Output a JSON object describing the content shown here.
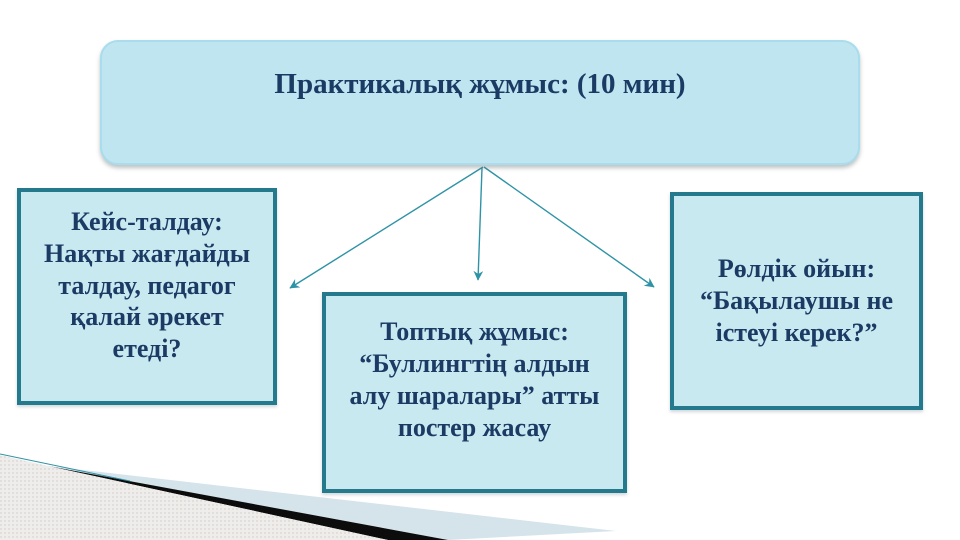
{
  "slide": {
    "title_box": {
      "text": "Практикалық жұмыс: (10 мин)"
    },
    "boxes": {
      "case": {
        "text": "Кейс-талдау:\nНақты жағдайды\nталдау, педагог\nқалай әрекет\nетеді?"
      },
      "group": {
        "text": "Топтық жұмыс:\n“Буллингтің алдын\nалу шаралары” атты\nпостер жасау"
      },
      "role": {
        "text": "Рөлдік ойын:\n“Бақылаушы не\nістеуі керек?”"
      }
    },
    "colors": {
      "title_fill": "#bfe5f0",
      "title_border": "#a9dcec",
      "box_fill": "#c9e9f1",
      "box_border": "#25798c",
      "text": "#1b3a64",
      "arrow": "#2e93a6",
      "deco_blue": "#d5e3eb",
      "deco_black": "#0c0c0c",
      "deco_gray": "#efedeb",
      "deco_dot": "#cfc9c4"
    }
  }
}
